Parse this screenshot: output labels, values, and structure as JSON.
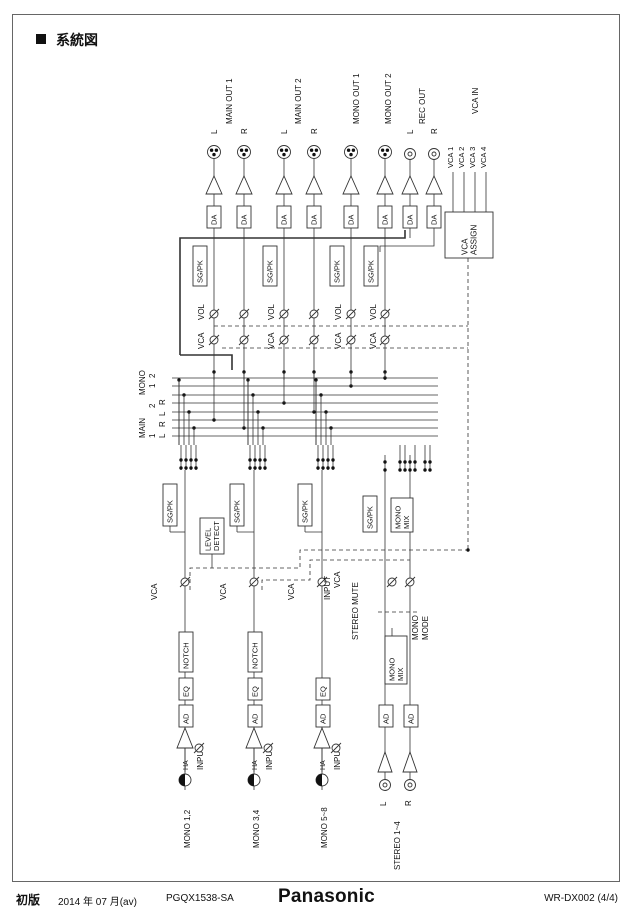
{
  "header": {
    "title": "系統図"
  },
  "footer": {
    "edition": "初版",
    "date": "2014 年 07 月(av)",
    "model_code": "PGQX1538-SA",
    "brand": "Panasonic",
    "doc_id": "WR-DX002 (4/4)"
  },
  "diagram": {
    "output_labels": [
      "MAIN OUT 1",
      "MAIN OUT 2",
      "MONO OUT 1",
      "MONO OUT 2",
      "REC OUT",
      "VCA IN"
    ],
    "lr": {
      "l": "L",
      "r": "R"
    },
    "vca_in": [
      "VCA 1",
      "VCA 2",
      "VCA 3",
      "VCA 4"
    ],
    "vca_assign": [
      "VCA",
      "ASSIGN"
    ],
    "blocks": {
      "da": "DA",
      "sgpk": "SG/PK",
      "vca": "VCA",
      "vol": "VOL",
      "ad": "AD",
      "eq": "EQ",
      "notch": "NOTCH",
      "ha": "HA",
      "level": "LEVEL",
      "detect": "DETECT",
      "mono": "MONO",
      "mix": "MIX"
    },
    "bus_labels": {
      "main": "MAIN",
      "mono": "MONO",
      "row2": [
        "1",
        "2"
      ],
      "row3": [
        "1",
        "2"
      ],
      "row4": [
        "L",
        "R",
        "L",
        "R"
      ]
    },
    "input_label": "INPUT",
    "input_vca": "INPUT",
    "input_vca2": "VCA",
    "stereo_mute": "STEREO MUTE",
    "mono_mode": [
      "MONO",
      "MODE"
    ],
    "inputs": [
      "MONO 1,2",
      "MONO 3,4",
      "MONO 5~8",
      "STEREO 1~4"
    ],
    "stereo_lr": [
      "L",
      "R"
    ]
  }
}
